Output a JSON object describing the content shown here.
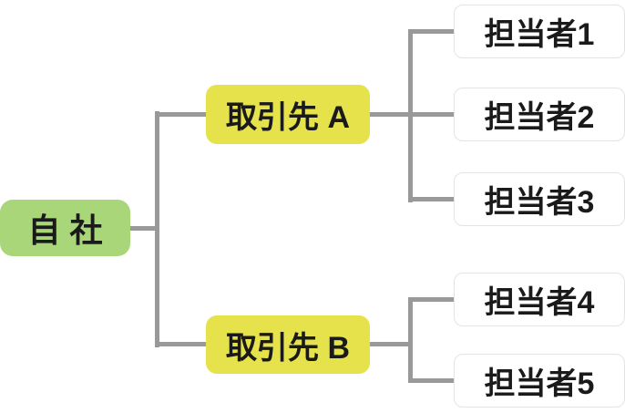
{
  "tree": {
    "company": {
      "label": "自 社"
    },
    "clients": [
      {
        "label": "取引先 A",
        "staff": [
          {
            "label": "担当者1"
          },
          {
            "label": "担当者2"
          },
          {
            "label": "担当者3"
          }
        ]
      },
      {
        "label": "取引先 B",
        "staff": [
          {
            "label": "担当者4"
          },
          {
            "label": "担当者5"
          }
        ]
      }
    ]
  },
  "colors": {
    "background": "#ffffff",
    "company_fill": "#a8d678",
    "client_fill": "#e6e24c",
    "staff_fill": "#ffffff",
    "staff_border": "#e4e4e4",
    "connector": "#999999",
    "text": "#1a1a1a"
  }
}
